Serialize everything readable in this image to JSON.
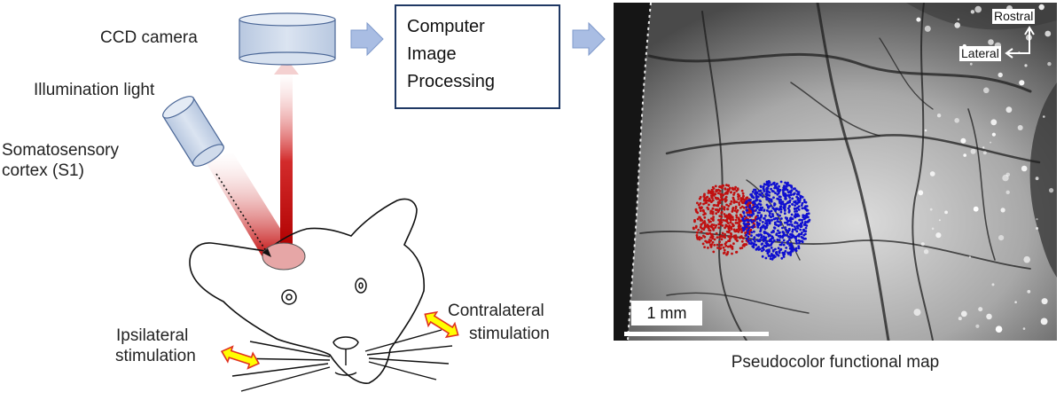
{
  "labels": {
    "ccd_camera": "CCD camera",
    "illumination": "Illumination  light",
    "s1_line1": "Somatosensory",
    "s1_line2": "cortex (S1)",
    "ipsi_line1": "Ipsilateral",
    "ipsi_line2": "stimulation",
    "contra_line1": "Contralateral",
    "contra_line2": "stimulation"
  },
  "processing_box": {
    "line1": "Computer",
    "line2": "Image",
    "line3": "Processing"
  },
  "map": {
    "rostral": "Rostral",
    "lateral": "Lateral",
    "scale_label": "1 mm",
    "caption": "Pseudocolor functional map"
  },
  "colors": {
    "process_arrow": "#a9bde3",
    "box_border": "#1f3864",
    "camera_fill": "#c6d3e6",
    "beam_red": "#c00000",
    "stim_arrow_fill": "#ffff00",
    "stim_arrow_stroke": "#e03020",
    "response_ipsi": "#c01010",
    "response_contra": "#1010d0",
    "cortex_spot": "#e6a6a6"
  }
}
